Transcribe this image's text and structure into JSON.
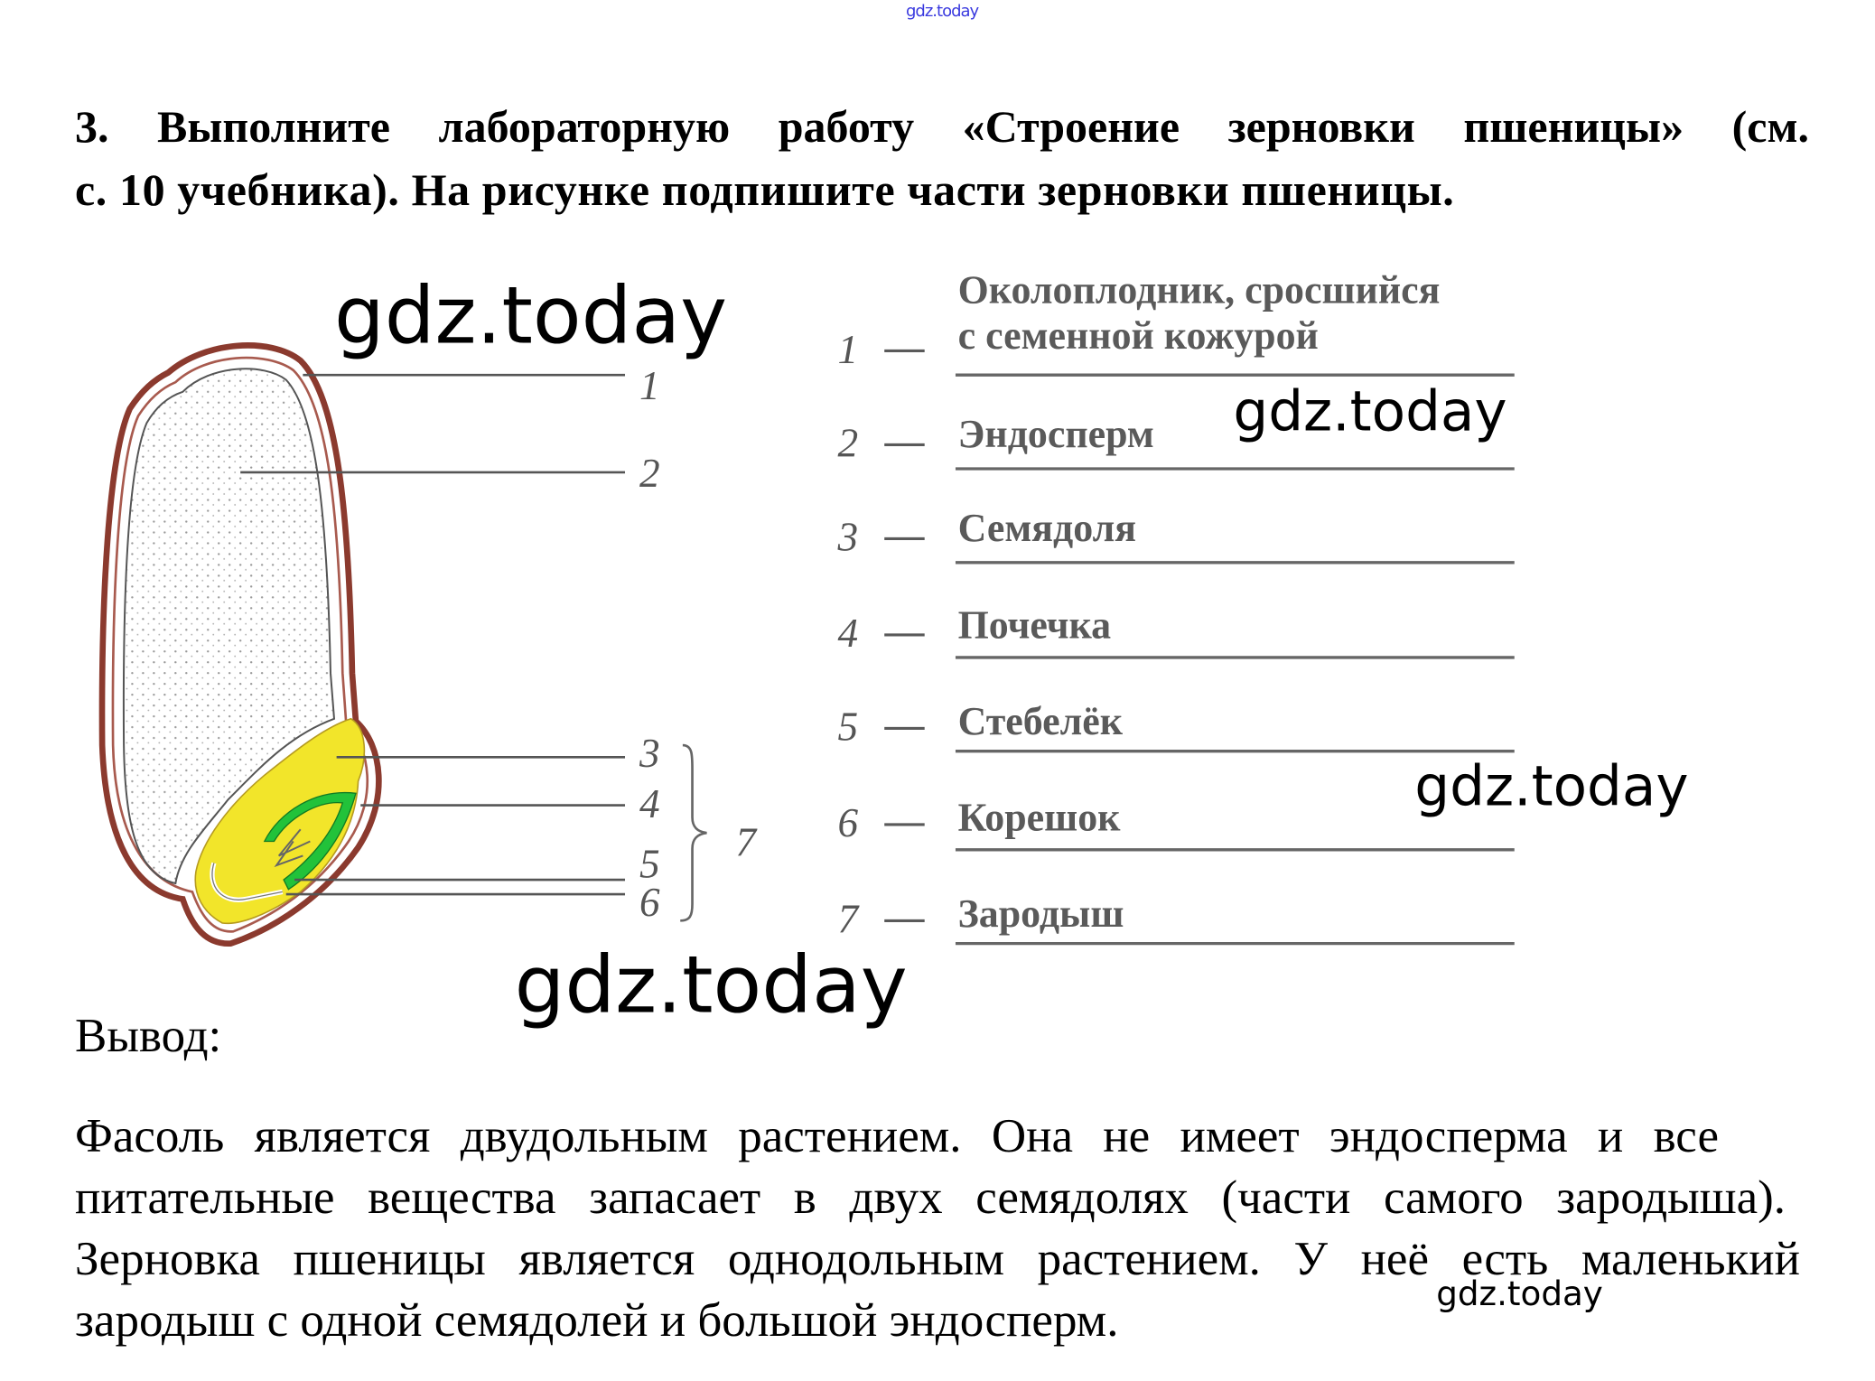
{
  "header_watermark": "gdz.today",
  "title": {
    "line1": "3. Выполните лабораторную работу «Строение зерновки пшеницы» (см.",
    "line2": "с. 10 учебника). На рисунке подпишите части зерновки пшеницы."
  },
  "figure": {
    "labels": [
      "1",
      "2",
      "3",
      "4",
      "5",
      "6",
      "7"
    ]
  },
  "answers": [
    {
      "num": "1",
      "dash": "—",
      "text_line1": "Околоплодник, сросшийся",
      "text_line2": "с семенной кожурой"
    },
    {
      "num": "2",
      "dash": "—",
      "text": "Эндосперм"
    },
    {
      "num": "3",
      "dash": "—",
      "text": "Семядоля"
    },
    {
      "num": "4",
      "dash": "—",
      "text": "Почечка"
    },
    {
      "num": "5",
      "dash": "—",
      "text": "Стебелёк"
    },
    {
      "num": "6",
      "dash": "—",
      "text": "Корешок"
    },
    {
      "num": "7",
      "dash": "—",
      "text": "Зародыш"
    }
  ],
  "watermarks": [
    "gdz.today",
    "gdz.today",
    "gdz.today",
    "gdz.today",
    "gdz.today"
  ],
  "conclusion": {
    "label": "Вывод:",
    "lines": [
      "Фасоль является двудольным растением. Она не имеет эндосперма и все",
      "питательные вещества запасает в двух семядолях (части самого зародыша).",
      "Зерновка пшеницы является однодольным растением. У неё есть маленький",
      "зародыш с одной семядолей и большой эндосперм."
    ]
  },
  "colors": {
    "husk": "#8b3a2e",
    "scutellum": "#f2e52a",
    "bud": "#22c23a",
    "label_gray": "#5a5a5a",
    "top_watermark": "#3a3adf"
  }
}
